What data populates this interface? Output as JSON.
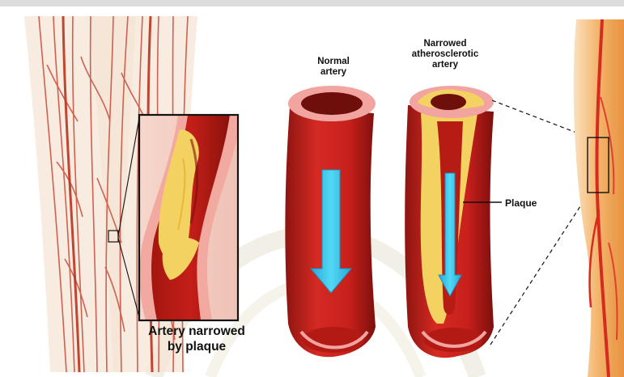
{
  "labels": {
    "normal_artery": "Normal\nartery",
    "narrowed_artery": "Narrowed\natherosclerotic\nartery",
    "plaque": "Plaque",
    "callout": "Artery narrowed\nby plaque"
  },
  "colors": {
    "vessel": "#c8201c",
    "vessel_dark": "#8e1410",
    "vessel_wall_pink": "#f2a5a0",
    "plaque": "#f4d262",
    "blood_flow_arrow": "#3cc8ec",
    "leg_skin_left": "#f3d9c6",
    "leg_skin_right": "#f4b36a"
  },
  "icons": {
    "flow_arrow": "down-arrow-icon"
  }
}
